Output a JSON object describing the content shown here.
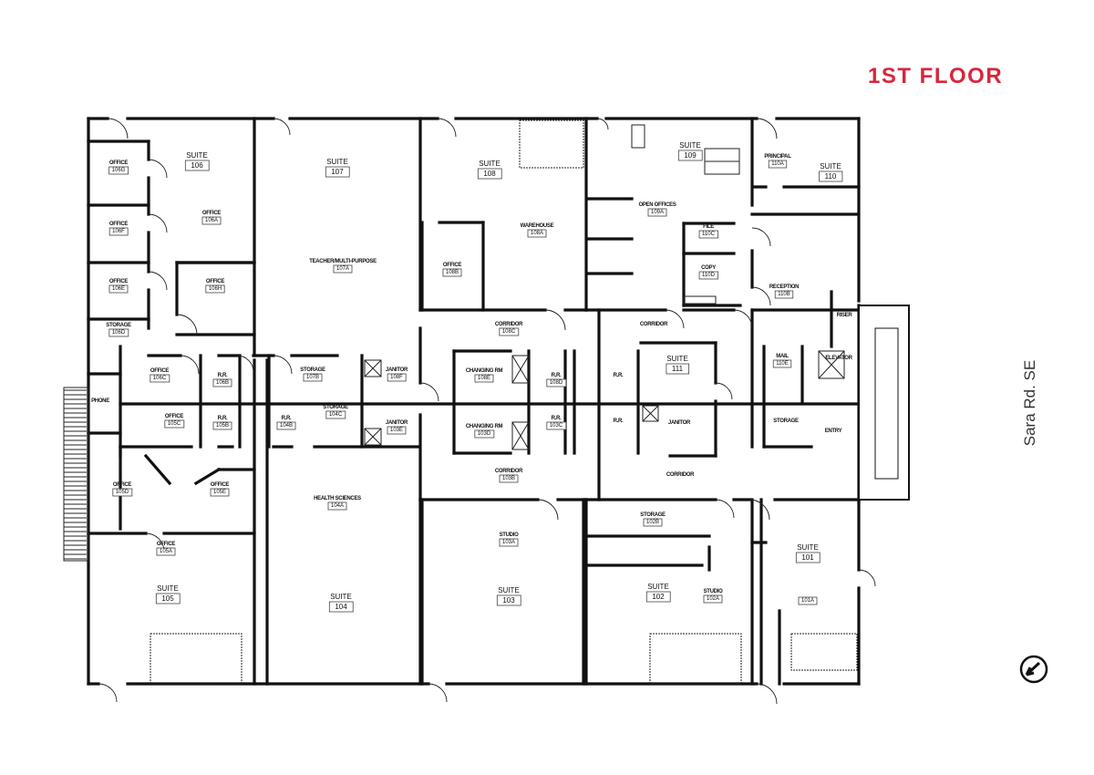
{
  "header": {
    "floor_title": "1ST FLOOR"
  },
  "street_label": "Sara Rd. SE",
  "colors": {
    "title": "#d7263d",
    "walls": "#111111"
  },
  "compass": {
    "icon": "north-arrow-icon"
  },
  "rooms": [
    {
      "name": "SUITE",
      "number": "106",
      "kind": "suite"
    },
    {
      "name": "OFFICE",
      "number": "106G"
    },
    {
      "name": "OFFICE",
      "number": "106F"
    },
    {
      "name": "OFFICE",
      "number": "106E"
    },
    {
      "name": "STORAGE",
      "number": "106D"
    },
    {
      "name": "OFFICE",
      "number": "106A"
    },
    {
      "name": "OFFICE",
      "number": "106H"
    },
    {
      "name": "SUITE",
      "number": "107",
      "kind": "suite"
    },
    {
      "name": "TEACHER/MULTI-PURPOSE",
      "number": "107A"
    },
    {
      "name": "SUITE",
      "number": "108",
      "kind": "suite"
    },
    {
      "name": "WAREHOUSE",
      "number": "108A"
    },
    {
      "name": "OFFICE",
      "number": "108B"
    },
    {
      "name": "SUITE",
      "number": "109",
      "kind": "suite"
    },
    {
      "name": "OPEN OFFICES",
      "number": "109A"
    },
    {
      "name": "FILE",
      "number": "110C"
    },
    {
      "name": "COPY",
      "number": "110D"
    },
    {
      "name": "PRINCIPAL",
      "number": "110A"
    },
    {
      "name": "SUITE",
      "number": "110",
      "kind": "suite"
    },
    {
      "name": "RECEPTION",
      "number": "110B"
    },
    {
      "name": "RISER"
    },
    {
      "name": "CORRIDOR",
      "number": "108C"
    },
    {
      "name": "CORRIDOR"
    },
    {
      "name": "OFFICE",
      "number": "106C"
    },
    {
      "name": "R.R.",
      "number": "106B"
    },
    {
      "name": "PHONE"
    },
    {
      "name": "OFFICE",
      "number": "105C"
    },
    {
      "name": "R.R.",
      "number": "105B"
    },
    {
      "name": "STORAGE",
      "number": "107B"
    },
    {
      "name": "R.R.",
      "number": "104B"
    },
    {
      "name": "STORAGE",
      "number": "104C"
    },
    {
      "name": "JANITOR",
      "number": "108F"
    },
    {
      "name": "JANITOR",
      "number": "103E"
    },
    {
      "name": "CHANGING RM",
      "number": "108E"
    },
    {
      "name": "R.R.",
      "number": "108D"
    },
    {
      "name": "CHANGING RM",
      "number": "103D"
    },
    {
      "name": "R.R.",
      "number": "103C"
    },
    {
      "name": "R.R."
    },
    {
      "name": "R.R."
    },
    {
      "name": "SUITE",
      "number": "111",
      "kind": "suite"
    },
    {
      "name": "JANITOR"
    },
    {
      "name": "MAIL",
      "number": "110E"
    },
    {
      "name": "ELEVATOR"
    },
    {
      "name": "STORAGE"
    },
    {
      "name": "ENTRY"
    },
    {
      "name": "CORRIDOR",
      "number": "103B"
    },
    {
      "name": "CORRIDOR"
    },
    {
      "name": "OFFICE",
      "number": "105D"
    },
    {
      "name": "OFFICE",
      "number": "105E"
    },
    {
      "name": "HEALTH SCIENCES",
      "number": "104A"
    },
    {
      "name": "OFFICE",
      "number": "105A"
    },
    {
      "name": "STUDIO",
      "number": "103A"
    },
    {
      "name": "STORAGE",
      "number": "102B"
    },
    {
      "name": "SUITE",
      "number": "105",
      "kind": "suite"
    },
    {
      "name": "SUITE",
      "number": "104",
      "kind": "suite"
    },
    {
      "name": "SUITE",
      "number": "103",
      "kind": "suite"
    },
    {
      "name": "SUITE",
      "number": "102",
      "kind": "suite"
    },
    {
      "name": "STUDIO",
      "number": "102A"
    },
    {
      "name": "SUITE",
      "number": "101",
      "kind": "suite"
    },
    {
      "number": "101A"
    }
  ]
}
